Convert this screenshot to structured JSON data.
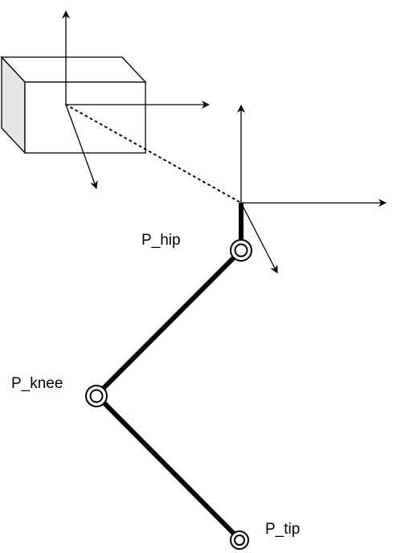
{
  "diagram": {
    "labels": {
      "hip": "P_hip",
      "knee": "P_knee",
      "tip": "P_tip"
    },
    "colors": {
      "stroke": "#000000",
      "box_front": "#ffffff",
      "box_top": "#ffffff",
      "box_side": "#e6e6e6"
    }
  }
}
